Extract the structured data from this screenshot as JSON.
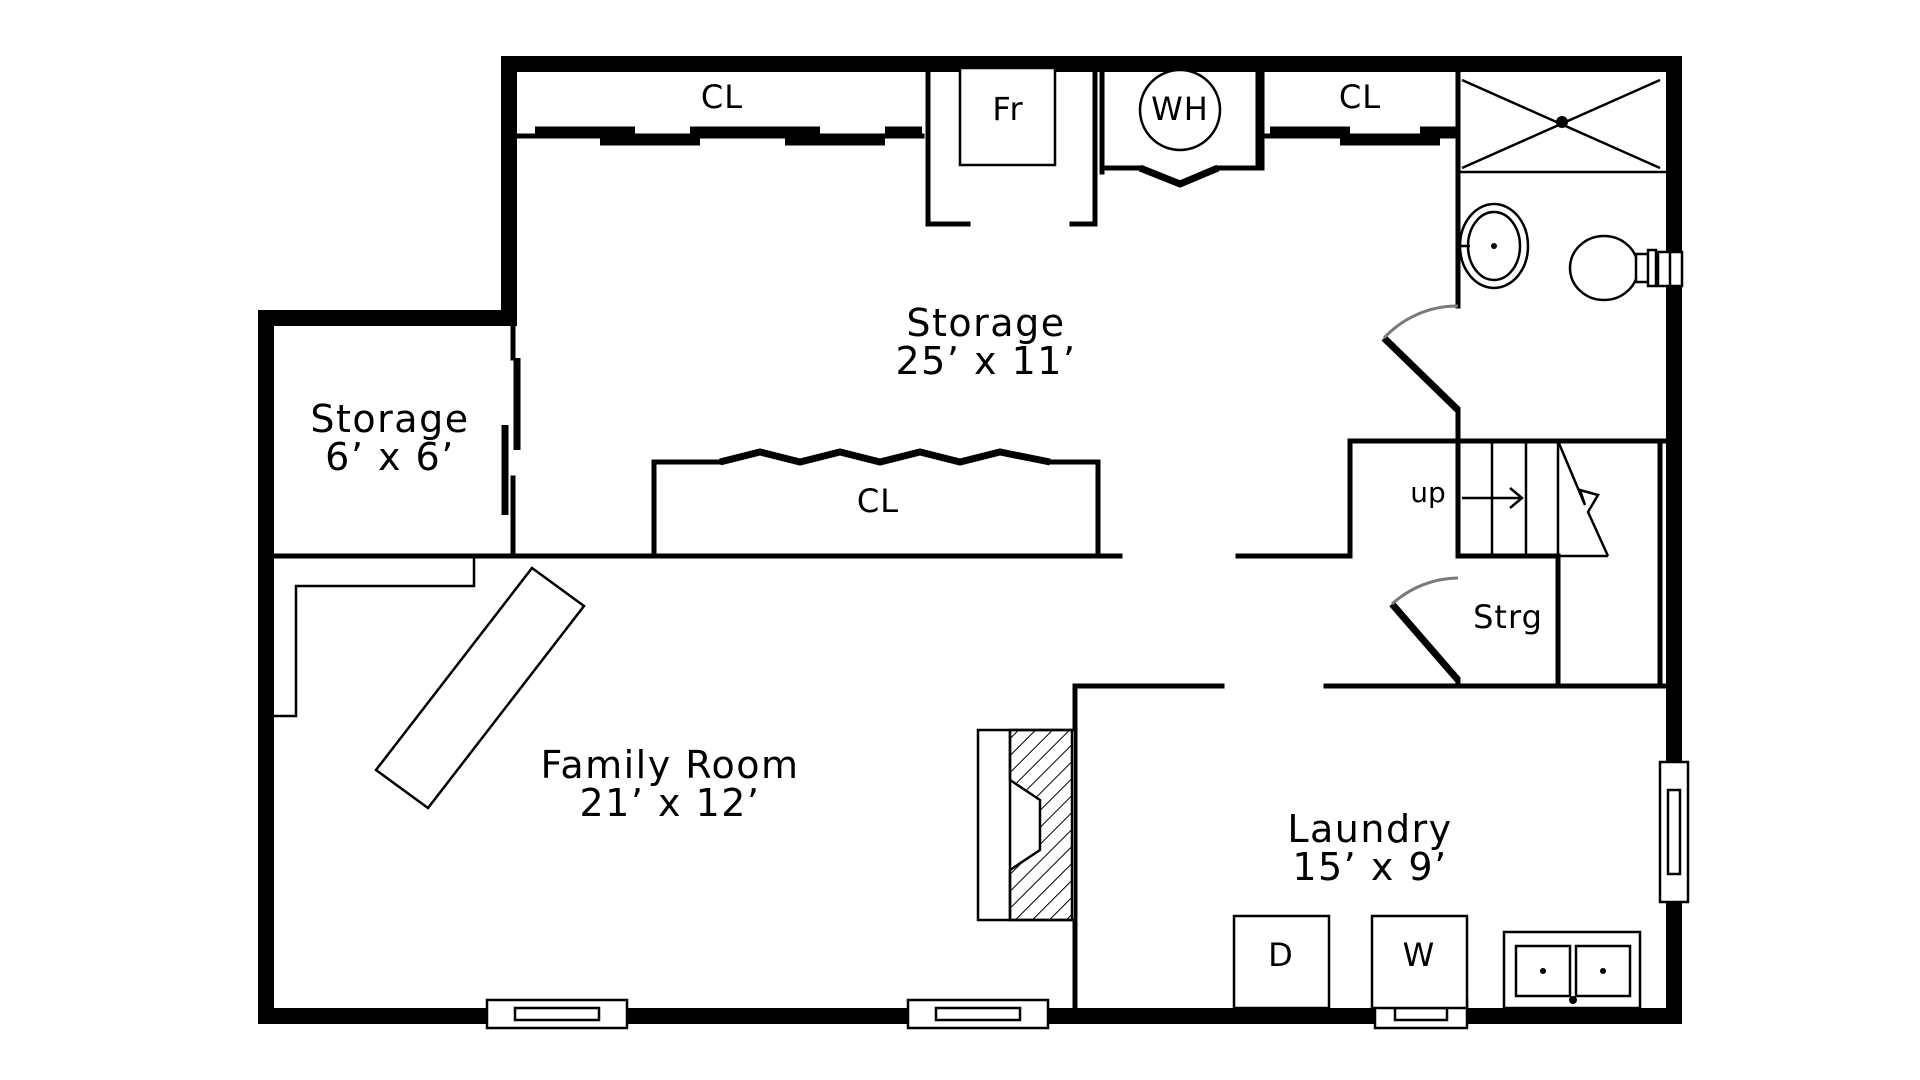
{
  "rooms": {
    "storage_main": {
      "name": "Storage",
      "size": "25’ x 11’"
    },
    "storage_small": {
      "name": "Storage",
      "size": "6’ x 6’"
    },
    "family_room": {
      "name": "Family Room",
      "size": "21’ x 12’"
    },
    "laundry": {
      "name": "Laundry",
      "size": "15’ x 9’"
    },
    "strg": {
      "name": "Strg"
    }
  },
  "labels": {
    "closet_top_left": "CL",
    "closet_top_right": "CL",
    "closet_center": "CL",
    "freezer": "Fr",
    "water_heater": "WH",
    "dryer": "D",
    "washer": "W",
    "stairs_up": "up"
  },
  "colors": {
    "wall": "#000000",
    "door_swing": "#7a7a7a",
    "background": "#ffffff"
  }
}
